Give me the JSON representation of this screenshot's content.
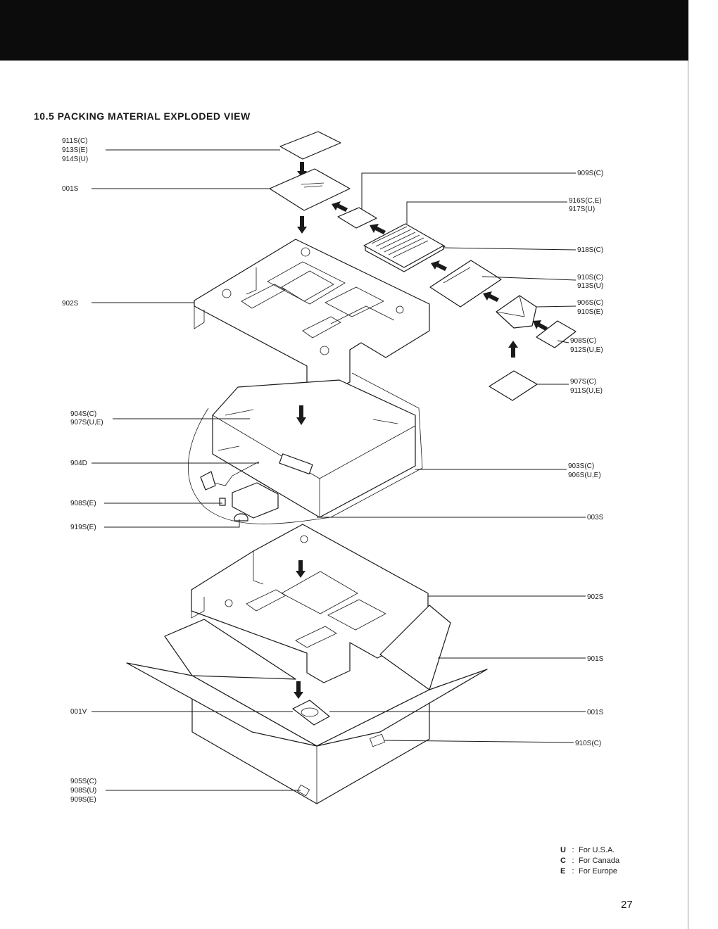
{
  "page": {
    "section_title": "10.5 PACKING MATERIAL EXPLODED VIEW",
    "page_number": "27"
  },
  "callouts": {
    "left": [
      [
        "911S(C)",
        "913S(E)",
        "914S(U)"
      ],
      [
        "001S"
      ],
      [
        "902S"
      ],
      [
        "904S(C)",
        "907S(U,E)"
      ],
      [
        "904D"
      ],
      [
        "908S(E)"
      ],
      [
        "919S(E)"
      ],
      [
        "001V"
      ],
      [
        "905S(C)",
        "908S(U)",
        "909S(E)"
      ]
    ],
    "right": [
      [
        "909S(C)"
      ],
      [
        "916S(C,E)",
        "917S(U)"
      ],
      [
        "918S(C)"
      ],
      [
        "910S(C)",
        "913S(U)"
      ],
      [
        "906S(C)",
        "910S(E)"
      ],
      [
        "908S(C)",
        "912S(U,E)"
      ],
      [
        "907S(C)",
        "911S(U,E)"
      ],
      [
        "903S(C)",
        "906S(U,E)"
      ],
      [
        "003S"
      ],
      [
        "902S"
      ],
      [
        "901S"
      ],
      [
        "001S"
      ],
      [
        "910S(C)"
      ]
    ]
  },
  "legend": [
    {
      "code": "U",
      "sep": ":",
      "text": "For U.S.A."
    },
    {
      "code": "C",
      "sep": ":",
      "text": "For Canada"
    },
    {
      "code": "E",
      "sep": ":",
      "text": "For Europe"
    }
  ]
}
